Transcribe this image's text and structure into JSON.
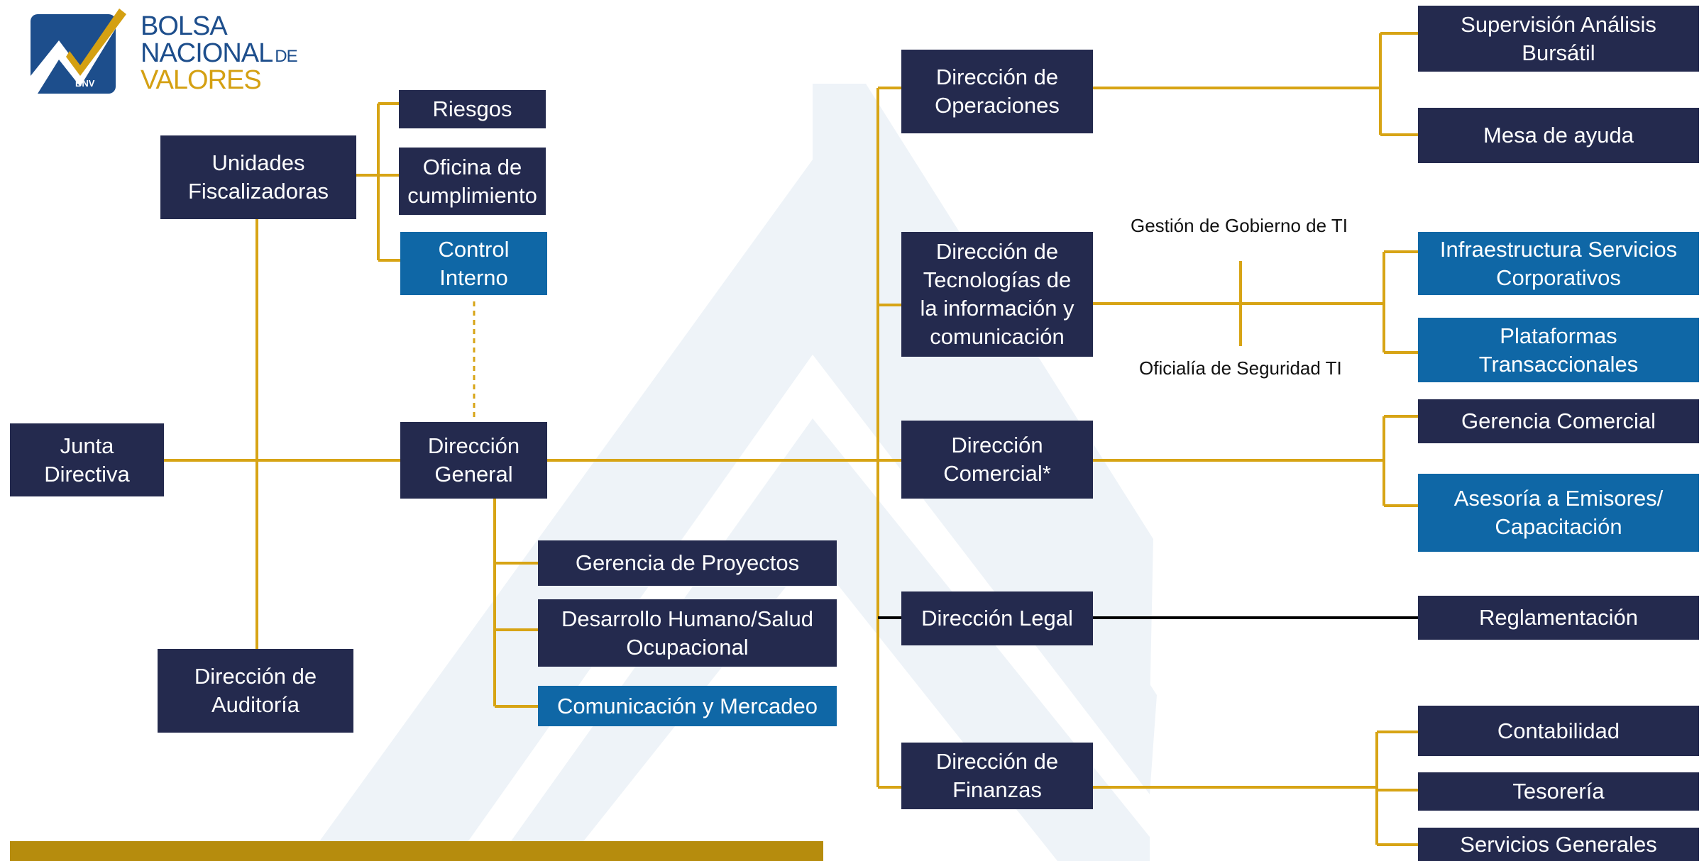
{
  "colors": {
    "connector": "#d7a415",
    "legal_line": "#000000",
    "box_dark": "#242a4e",
    "box_blue": "#0f67a6",
    "watermark": "#eef3f8",
    "footer_bar": "#b68c0d"
  },
  "logo": {
    "line1": "BOLSA",
    "line2": "NACIONAL",
    "line2_suffix": "DE",
    "line3": "VALORES",
    "badge": "BNV"
  },
  "chart_data": {
    "type": "org-chart",
    "nodes": {
      "junta": {
        "label": "Junta\nDirectiva",
        "style": "dark"
      },
      "unidades": {
        "label": "Unidades\nFiscalizadoras",
        "style": "dark"
      },
      "riesgos": {
        "label": "Riesgos",
        "style": "dark"
      },
      "oficina": {
        "label": "Oficina de\ncumplimiento",
        "style": "dark"
      },
      "control": {
        "label": "Control\nInterno",
        "style": "blue"
      },
      "auditoria": {
        "label": "Dirección de\nAuditoría",
        "style": "dark"
      },
      "general": {
        "label": "Dirección\nGeneral",
        "style": "dark"
      },
      "proyectos": {
        "label": "Gerencia de Proyectos",
        "style": "dark"
      },
      "desarrollo": {
        "label": "Desarrollo Humano/Salud\nOcupacional",
        "style": "dark"
      },
      "comunicacion": {
        "label": "Comunicación y Mercadeo",
        "style": "blue"
      },
      "operaciones": {
        "label": "Dirección de\nOperaciones",
        "style": "dark"
      },
      "tecnologias": {
        "label": "Dirección de\nTecnologías de\nla información y\ncomunicación",
        "style": "dark"
      },
      "comercial": {
        "label": "Dirección\nComercial*",
        "style": "dark"
      },
      "legal": {
        "label": "Dirección Legal",
        "style": "dark"
      },
      "finanzas": {
        "label": "Dirección de\nFinanzas",
        "style": "dark"
      },
      "supervision": {
        "label": "Supervisión Análisis\nBursátil",
        "style": "dark"
      },
      "mesa": {
        "label": "Mesa de ayuda",
        "style": "dark"
      },
      "infraestructura": {
        "label": "Infraestructura Servicios\nCorporativos",
        "style": "blue"
      },
      "plataformas": {
        "label": "Plataformas\nTransaccionales",
        "style": "blue"
      },
      "gerencia_comercial": {
        "label": "Gerencia Comercial",
        "style": "dark"
      },
      "asesoria": {
        "label": "Asesoría a Emisores/\nCapacitación",
        "style": "blue"
      },
      "reglamentacion": {
        "label": "Reglamentación",
        "style": "dark"
      },
      "contabilidad": {
        "label": "Contabilidad",
        "style": "dark"
      },
      "tesoreria": {
        "label": "Tesorería",
        "style": "dark"
      },
      "servicios": {
        "label": "Servicios Generales",
        "style": "dark"
      }
    },
    "labels": {
      "gobierno_ti": "Gestión de Gobierno de TI",
      "seguridad_ti": "Oficialía de Seguridad TI"
    },
    "edges": [
      {
        "from": "junta",
        "to": "general"
      },
      {
        "from": "unidades",
        "to": "auditoria"
      },
      {
        "from": "unidades",
        "to": "riesgos"
      },
      {
        "from": "unidades",
        "to": "oficina"
      },
      {
        "from": "unidades",
        "to": "control"
      },
      {
        "from": "control",
        "to": "general",
        "style": "dashed"
      },
      {
        "from": "general",
        "to": "proyectos"
      },
      {
        "from": "general",
        "to": "desarrollo"
      },
      {
        "from": "general",
        "to": "comunicacion"
      },
      {
        "from": "general",
        "to": "operaciones"
      },
      {
        "from": "general",
        "to": "tecnologias"
      },
      {
        "from": "general",
        "to": "comercial"
      },
      {
        "from": "general",
        "to": "legal"
      },
      {
        "from": "general",
        "to": "finanzas"
      },
      {
        "from": "operaciones",
        "to": "supervision"
      },
      {
        "from": "operaciones",
        "to": "mesa"
      },
      {
        "from": "tecnologias",
        "to": "infraestructura"
      },
      {
        "from": "tecnologias",
        "to": "plataformas"
      },
      {
        "from": "comercial",
        "to": "gerencia_comercial"
      },
      {
        "from": "comercial",
        "to": "asesoria"
      },
      {
        "from": "legal",
        "to": "reglamentacion",
        "style": "black"
      },
      {
        "from": "finanzas",
        "to": "contabilidad"
      },
      {
        "from": "finanzas",
        "to": "tesoreria"
      },
      {
        "from": "finanzas",
        "to": "servicios"
      }
    ]
  }
}
